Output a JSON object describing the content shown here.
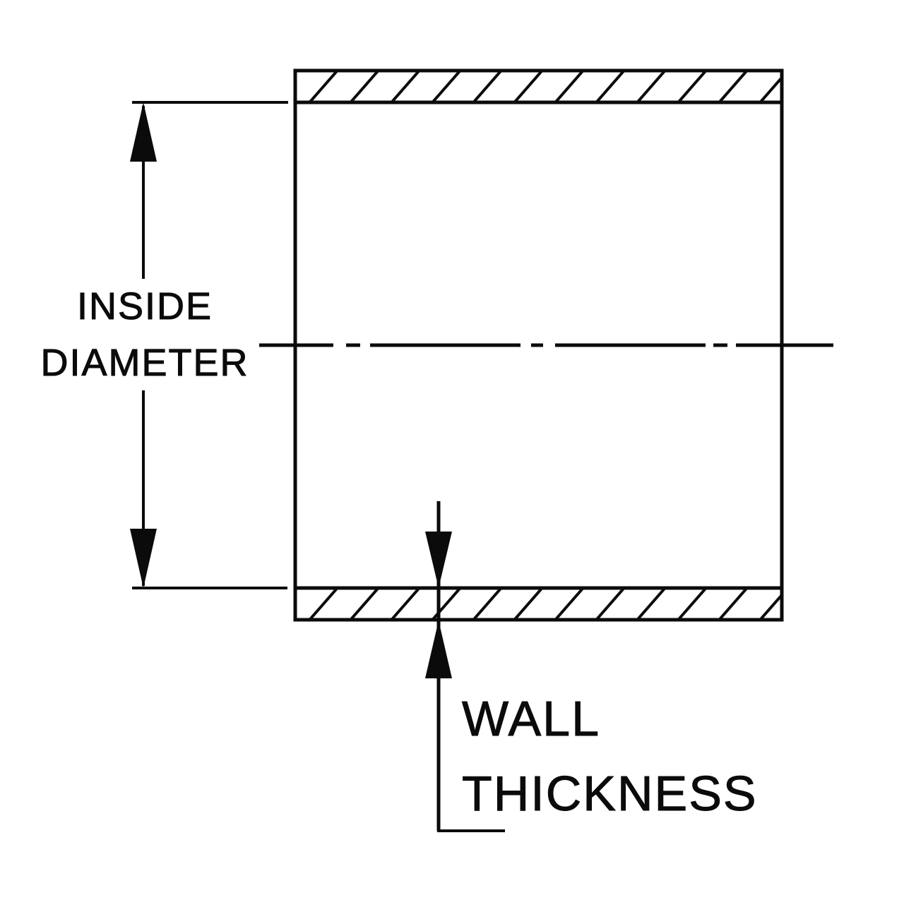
{
  "diagram": {
    "type": "technical-drawing",
    "subject": "tube-cross-section",
    "annotations": {
      "inside_diameter": {
        "line1": "INSIDE",
        "line2": "DIAMETER"
      },
      "wall_thickness": {
        "line1": "WALL",
        "line2": "THICKNESS"
      }
    },
    "colors": {
      "ink": "#0b0b0b",
      "background": "#ffffff"
    }
  }
}
